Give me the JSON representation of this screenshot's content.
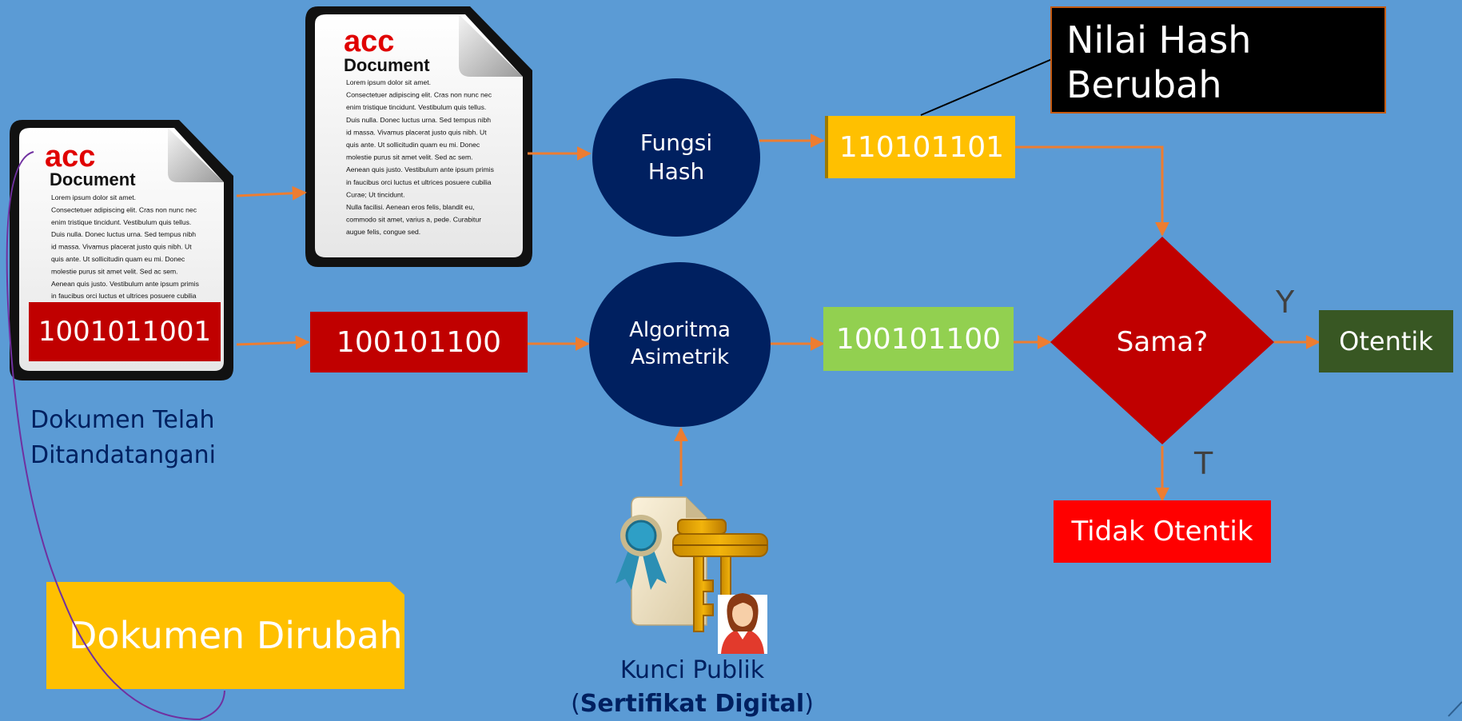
{
  "documents": {
    "signed": {
      "brand": "acc",
      "title": "Document",
      "lines": [
        "Lorem ipsum dolor sit amet.",
        "Consectetuer adipiscing elit. Cras non nunc nec",
        "enim tristique tincidunt. Vestibulum quis tellus.",
        "Duis nulla. Donec luctus urna. Sed tempus nibh",
        "id massa. Vivamus placerat justo quis nibh. Ut",
        "quis ante. Ut sollicitudin quam eu mi. Donec",
        "molestie purus sit amet velit. Sed ac sem.",
        "Aenean quis justo. Vestibulum ante ipsum primis",
        "in faucibus orci luctus et ultrices posuere cubilia"
      ],
      "signature_bits": "1001011001",
      "caption_line1": "Dokumen Telah",
      "caption_line2": "Ditandatangani"
    },
    "copy": {
      "brand": "acc",
      "title": "Document",
      "lines": [
        "Lorem ipsum dolor sit amet.",
        "Consectetuer adipiscing elit. Cras non nunc nec",
        "enim tristique tincidunt. Vestibulum quis tellus.",
        "Duis nulla. Donec luctus urna. Sed tempus nibh",
        "id massa. Vivamus placerat justo quis nibh. Ut",
        "quis ante. Ut sollicitudin quam eu mi. Donec",
        "molestie purus sit amet velit. Sed ac sem.",
        "Aenean quis justo. Vestibulum ante ipsum primis",
        "in faucibus orci luctus et ultrices posuere cubilia",
        "Curae; Ut tincidunt.",
        "Nulla facilisi. Aenean eros felis, blandit eu,",
        "commodo sit amet, varius a, pede. Curabitur",
        "augue felis, congue sed."
      ]
    }
  },
  "nodes": {
    "signature_value": "100101100",
    "hash_function_line1": "Fungsi",
    "hash_function_line2": "Hash",
    "hash_value": "110101101",
    "asymmetric_line1": "Algoritma",
    "asymmetric_line2": "Asimetrik",
    "decrypted_value": "100101100",
    "decision": "Sama?",
    "yes_label": "Y",
    "no_label": "T",
    "authentic": "Otentik",
    "not_authentic": "Tidak Otentik"
  },
  "public_key": {
    "caption_line1": "Kunci Publik",
    "caption_open": "(",
    "caption_bold": "Sertifikat Digital",
    "caption_close": ")"
  },
  "callouts": {
    "hash_changed_line1": "Nilai Hash",
    "hash_changed_line2": "Berubah",
    "document_changed": "Dokumen Dirubah"
  },
  "colors": {
    "background": "#5b9bd5",
    "arrow": "#ed7d31",
    "circle": "#002060",
    "red_box": "#c00000",
    "bright_red": "#ff0000",
    "gold": "#ffc000",
    "green": "#92d050",
    "dark_green": "#385723",
    "caption_blue": "#002060",
    "purple_curve": "#7030a0"
  }
}
